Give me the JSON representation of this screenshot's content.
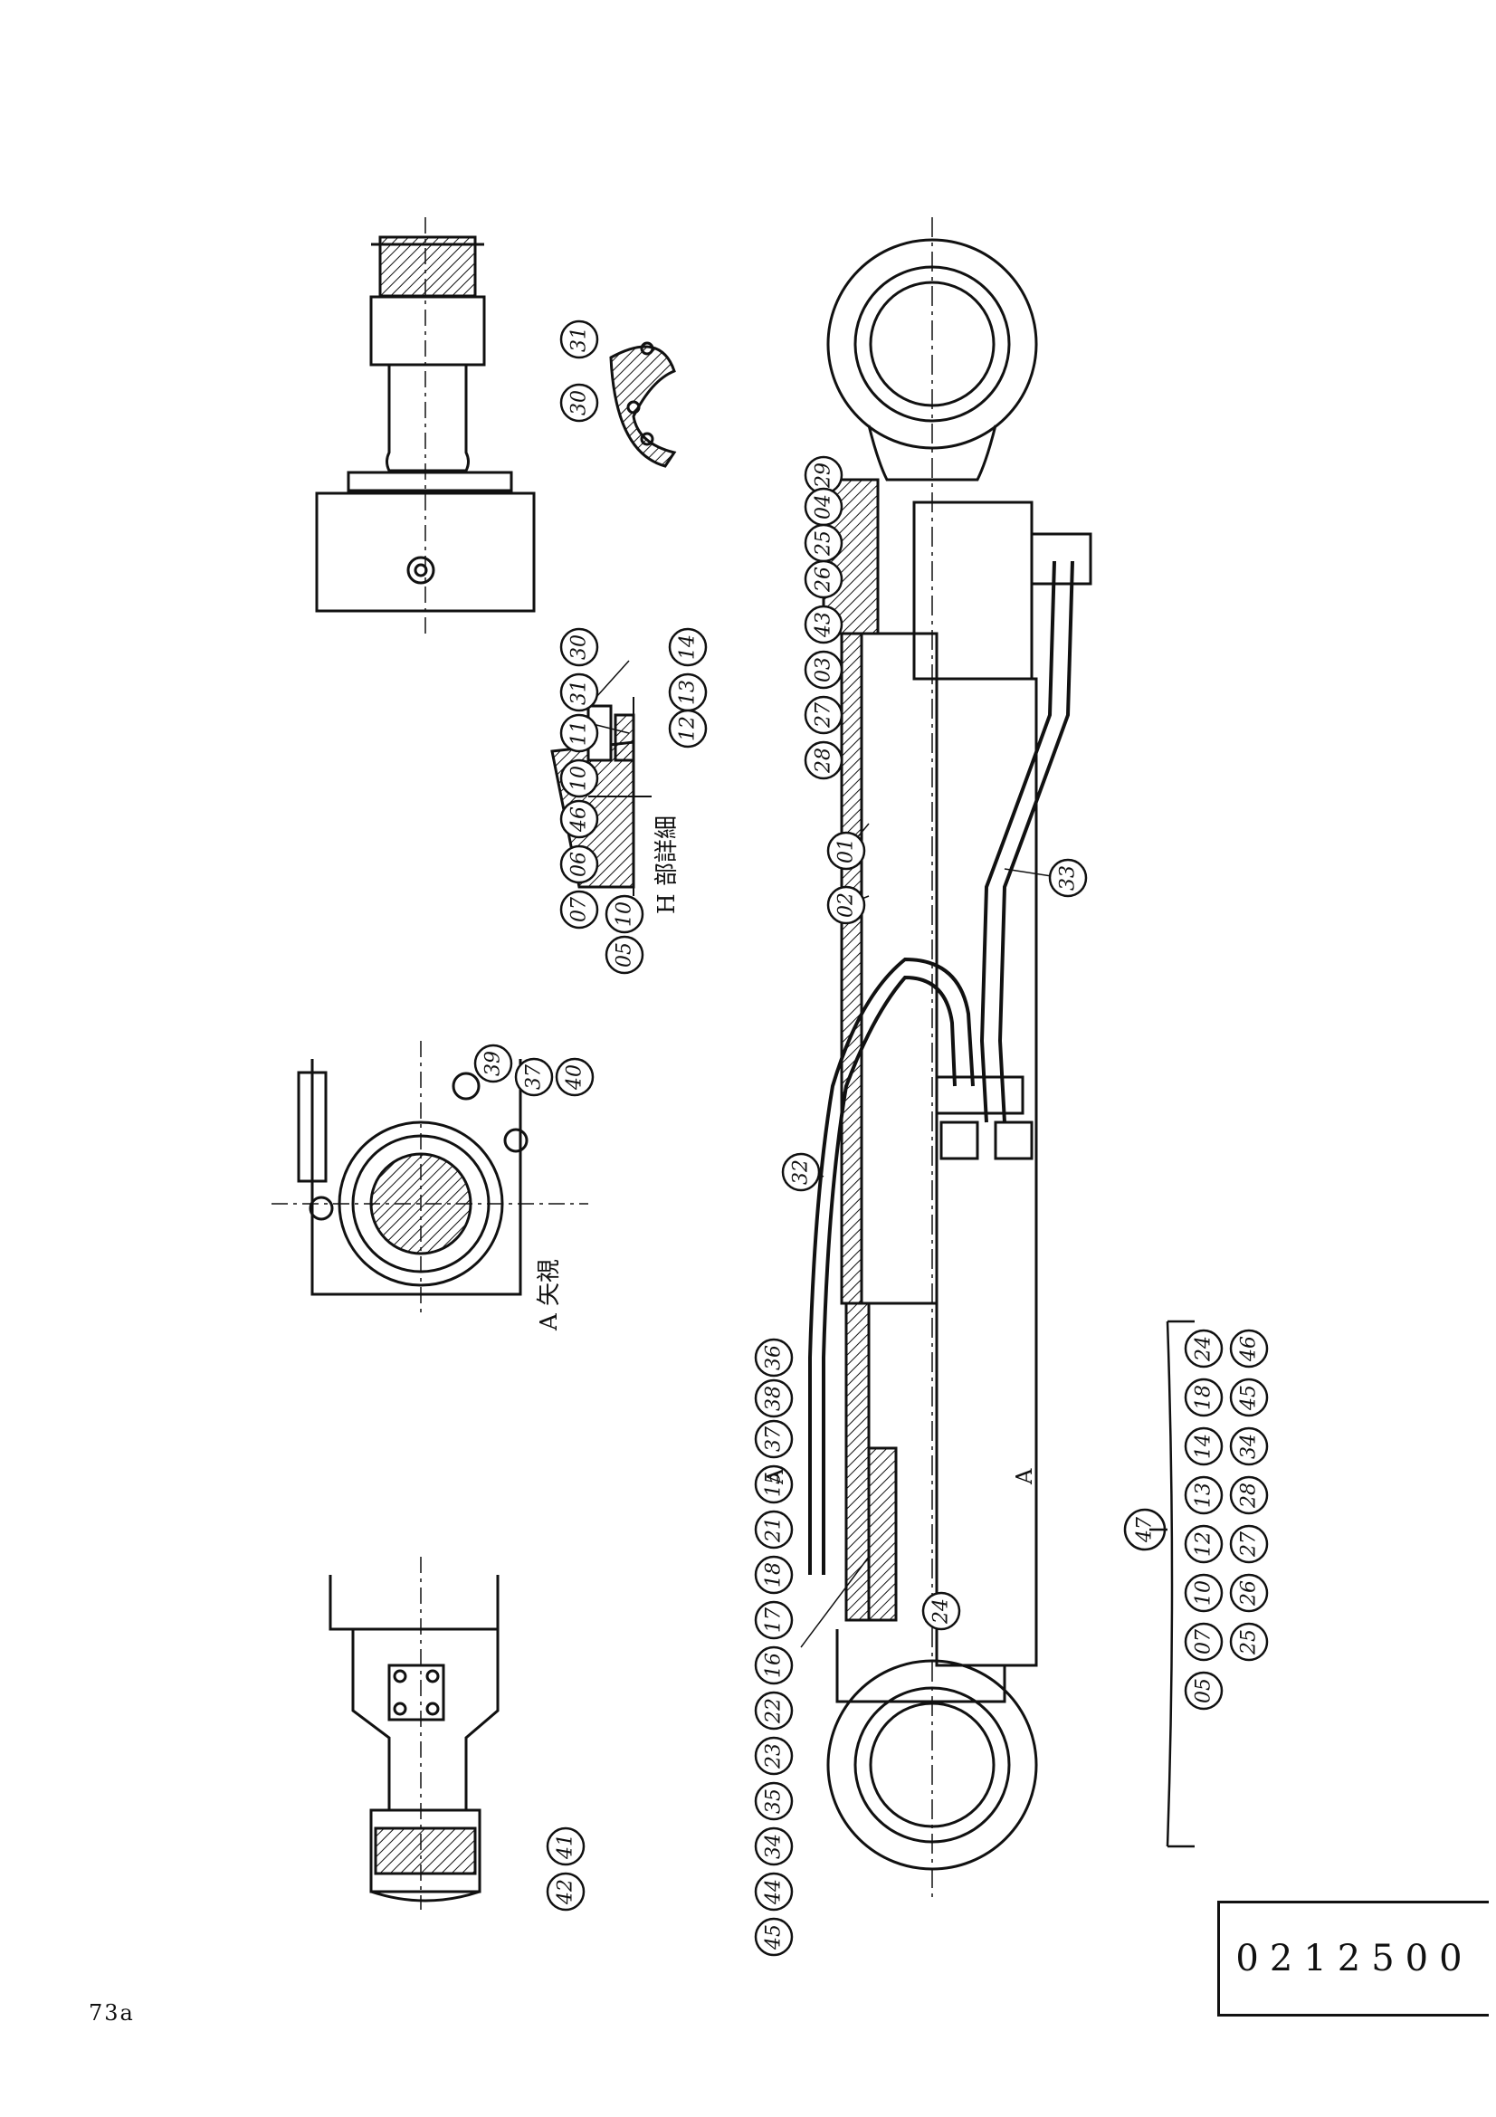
{
  "page_number": "73a",
  "drawing_code": "0212500",
  "section_labels": {
    "detail_h": "H 部詳細",
    "view_a": "A 矢視",
    "section_a_top": "A",
    "section_a_bottom": "A"
  },
  "callouts": {
    "main_top": [
      "29",
      "04",
      "25",
      "26",
      "43",
      "03",
      "27",
      "28"
    ],
    "main_body": [
      "01",
      "02",
      "32",
      "33"
    ],
    "main_bottom": [
      "36",
      "38",
      "37",
      "15",
      "21",
      "18",
      "17",
      "16",
      "22",
      "23",
      "35",
      "34",
      "44",
      "45",
      "24"
    ],
    "detail_h": [
      "14",
      "13",
      "12",
      "30",
      "31",
      "11",
      "10",
      "46",
      "06",
      "07",
      "10",
      "05"
    ],
    "view_a": [
      "39",
      "37",
      "40"
    ],
    "small_top": [
      "31",
      "30"
    ],
    "small_bottom": [
      "41",
      "42"
    ],
    "assembly": "47",
    "kit_row1": [
      "24",
      "18",
      "14",
      "13",
      "12",
      "10",
      "07",
      "05"
    ],
    "kit_row2": [
      "46",
      "45",
      "34",
      "28",
      "27",
      "26",
      "25"
    ]
  }
}
